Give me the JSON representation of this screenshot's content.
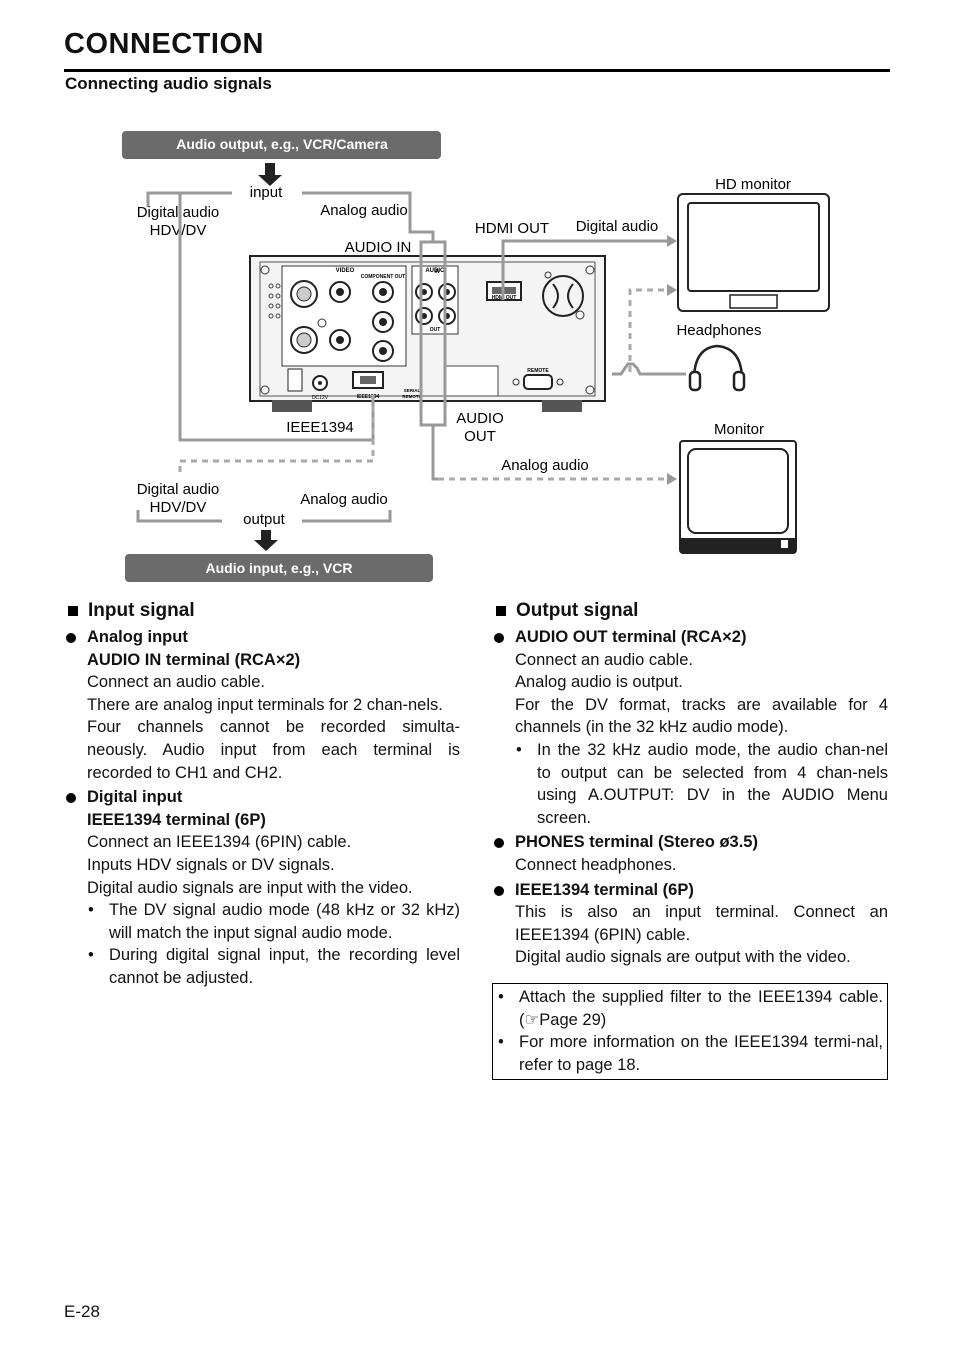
{
  "header": {
    "title": "CONNECTION",
    "subtitle": "Connecting audio signals"
  },
  "diagram": {
    "top_box": "Audio output, e.g., VCR/Camera",
    "bottom_box": "Audio input, e.g., VCR",
    "input": "input",
    "output": "output",
    "digital_audio_top": [
      "Digital audio",
      "HDV/DV"
    ],
    "digital_audio_bottom": [
      "Digital audio",
      "HDV/DV"
    ],
    "analog_audio_top": "Analog audio",
    "analog_audio_bottom": "Analog audio",
    "analog_audio_right": "Analog audio",
    "audio_in": "AUDIO IN",
    "hdmi_out": "HDMI OUT",
    "digital_audio_right": "Digital audio",
    "hd_monitor": "HD monitor",
    "headphones": "Headphones",
    "monitor": "Monitor",
    "ieee1394": "IEEE1394",
    "audio_out": [
      "AUDIO",
      "OUT"
    ],
    "panel_labels": {
      "video": "VIDEO",
      "component_out": "COMPONENT OUT",
      "audio": "AUDIO",
      "in": "IN",
      "out": "OUT",
      "hdmi_out": "HDMI OUT",
      "ieee1394": "IEEE1394",
      "dc12v": "DC12V",
      "serial_remote": [
        "SERIAL",
        "REMOTE"
      ],
      "remote": "REMOTE"
    }
  },
  "left": {
    "heading": "Input signal",
    "analog": {
      "title": "Analog input",
      "terminal": "AUDIO IN terminal (RCA×2)",
      "lines": [
        "Connect an audio cable.",
        "There are analog input terminals for 2 chan-nels.",
        "Four channels cannot be recorded simulta-neously. Audio input from each terminal is recorded to CH1 and CH2."
      ]
    },
    "digital": {
      "title": "Digital input",
      "terminal": "IEEE1394 terminal (6P)",
      "lines": [
        "Connect an IEEE1394 (6PIN) cable.",
        "Inputs HDV signals or DV signals.",
        "Digital audio signals are input with the video."
      ],
      "bullets": [
        "The DV signal audio mode (48 kHz or 32 kHz) will match the input signal audio mode.",
        "During digital signal input, the recording level cannot be adjusted."
      ]
    }
  },
  "right": {
    "heading": "Output signal",
    "audio_out": {
      "title": "AUDIO OUT terminal (RCA×2)",
      "lines": [
        "Connect an audio cable.",
        "Analog audio is output.",
        "For the DV format, tracks are available for 4 channels (in the 32 kHz audio mode)."
      ],
      "bullets": [
        "In the 32 kHz audio mode, the audio chan-nel to output can be selected from 4 chan-nels using A.OUTPUT: DV in the AUDIO Menu screen."
      ]
    },
    "phones": {
      "title": "PHONES terminal (Stereo ø3.5)",
      "lines": [
        "Connect headphones."
      ]
    },
    "ieee": {
      "title": "IEEE1394 terminal (6P)",
      "lines": [
        "This is also an input terminal. Connect an IEEE1394 (6PIN) cable.",
        "Digital audio signals are output with the video."
      ]
    }
  },
  "notes": [
    "Attach the supplied filter to the IEEE1394 cable. (☞Page 29)",
    "For more information on the IEEE1394 termi-nal, refer to page 18."
  ],
  "bullet_mark": "•",
  "page_number": "E-28"
}
